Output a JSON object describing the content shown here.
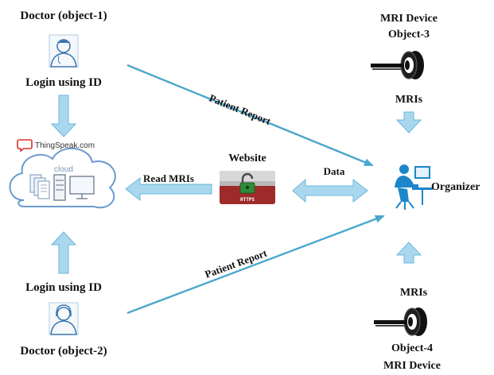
{
  "doctor1": {
    "title": "Doctor (object-1)",
    "login": "Login using ID"
  },
  "doctor2": {
    "title": "Doctor (object-2)",
    "login": "Login using ID"
  },
  "mri_top": {
    "line1": "MRI Device",
    "line2": "Object-3",
    "mris": "MRIs"
  },
  "mri_bottom": {
    "mris": "MRIs",
    "line1": "Object-4",
    "line2": "MRI Device"
  },
  "thingspeak": {
    "brand": "ThingSpeak.com",
    "cloud": "cloud"
  },
  "website": {
    "title": "Website",
    "badge": "HTTPS"
  },
  "organizer": {
    "label": "Organizer"
  },
  "flows": {
    "read_mris": "Read MRIs",
    "data": "Data",
    "patient_report_top": "Patient Report",
    "patient_report_bottom": "Patient Report"
  },
  "colors": {
    "arrow_fill": "#a9d8ee",
    "arrow_stroke": "#6bb6d9",
    "line_arrow": "#49a7cc",
    "cloud_stroke": "#6a9bcf",
    "ts_red": "#d9332b",
    "badge_bg": "#9e2a2a",
    "organizer_blue": "#1c86c9"
  }
}
